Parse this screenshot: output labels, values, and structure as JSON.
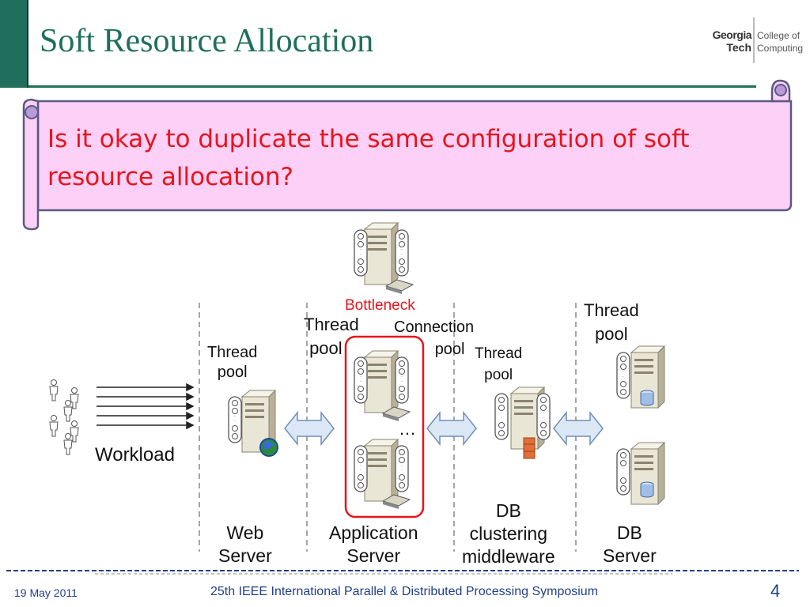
{
  "slide": {
    "title": "Soft Resource Allocation",
    "question": "Is it okay to duplicate the same configuration of soft resource allocation?"
  },
  "logo": {
    "line1": "Georgia",
    "line2": "Tech",
    "line3": "College of",
    "line4": "Computing"
  },
  "diagram": {
    "workload": "Workload",
    "bottleneck": "Bottleneck",
    "thread_pool_line1": "Thread",
    "thread_pool_line2": "pool",
    "connection_pool_line1": "Connection",
    "connection_pool_line2": "pool",
    "ellipsis": "…",
    "web_server_line1": "Web",
    "web_server_line2": "Server",
    "app_server_line1": "Application",
    "app_server_line2": "Server",
    "db_mw_line1": "DB",
    "db_mw_line2": "clustering",
    "db_mw_line3": "middleware",
    "db_server_line1": "DB",
    "db_server_line2": "Server"
  },
  "footer": {
    "date": "19 May 2011",
    "conference": "25th IEEE International Parallel & Distributed Processing Symposium",
    "page": "4"
  },
  "colors": {
    "accent": "#1f6f5c",
    "question_text": "#e8141b",
    "scroll_fill": "#fdd0f8",
    "scroll_border": "#5a5a82",
    "footer_text": "#1f3f8a"
  }
}
